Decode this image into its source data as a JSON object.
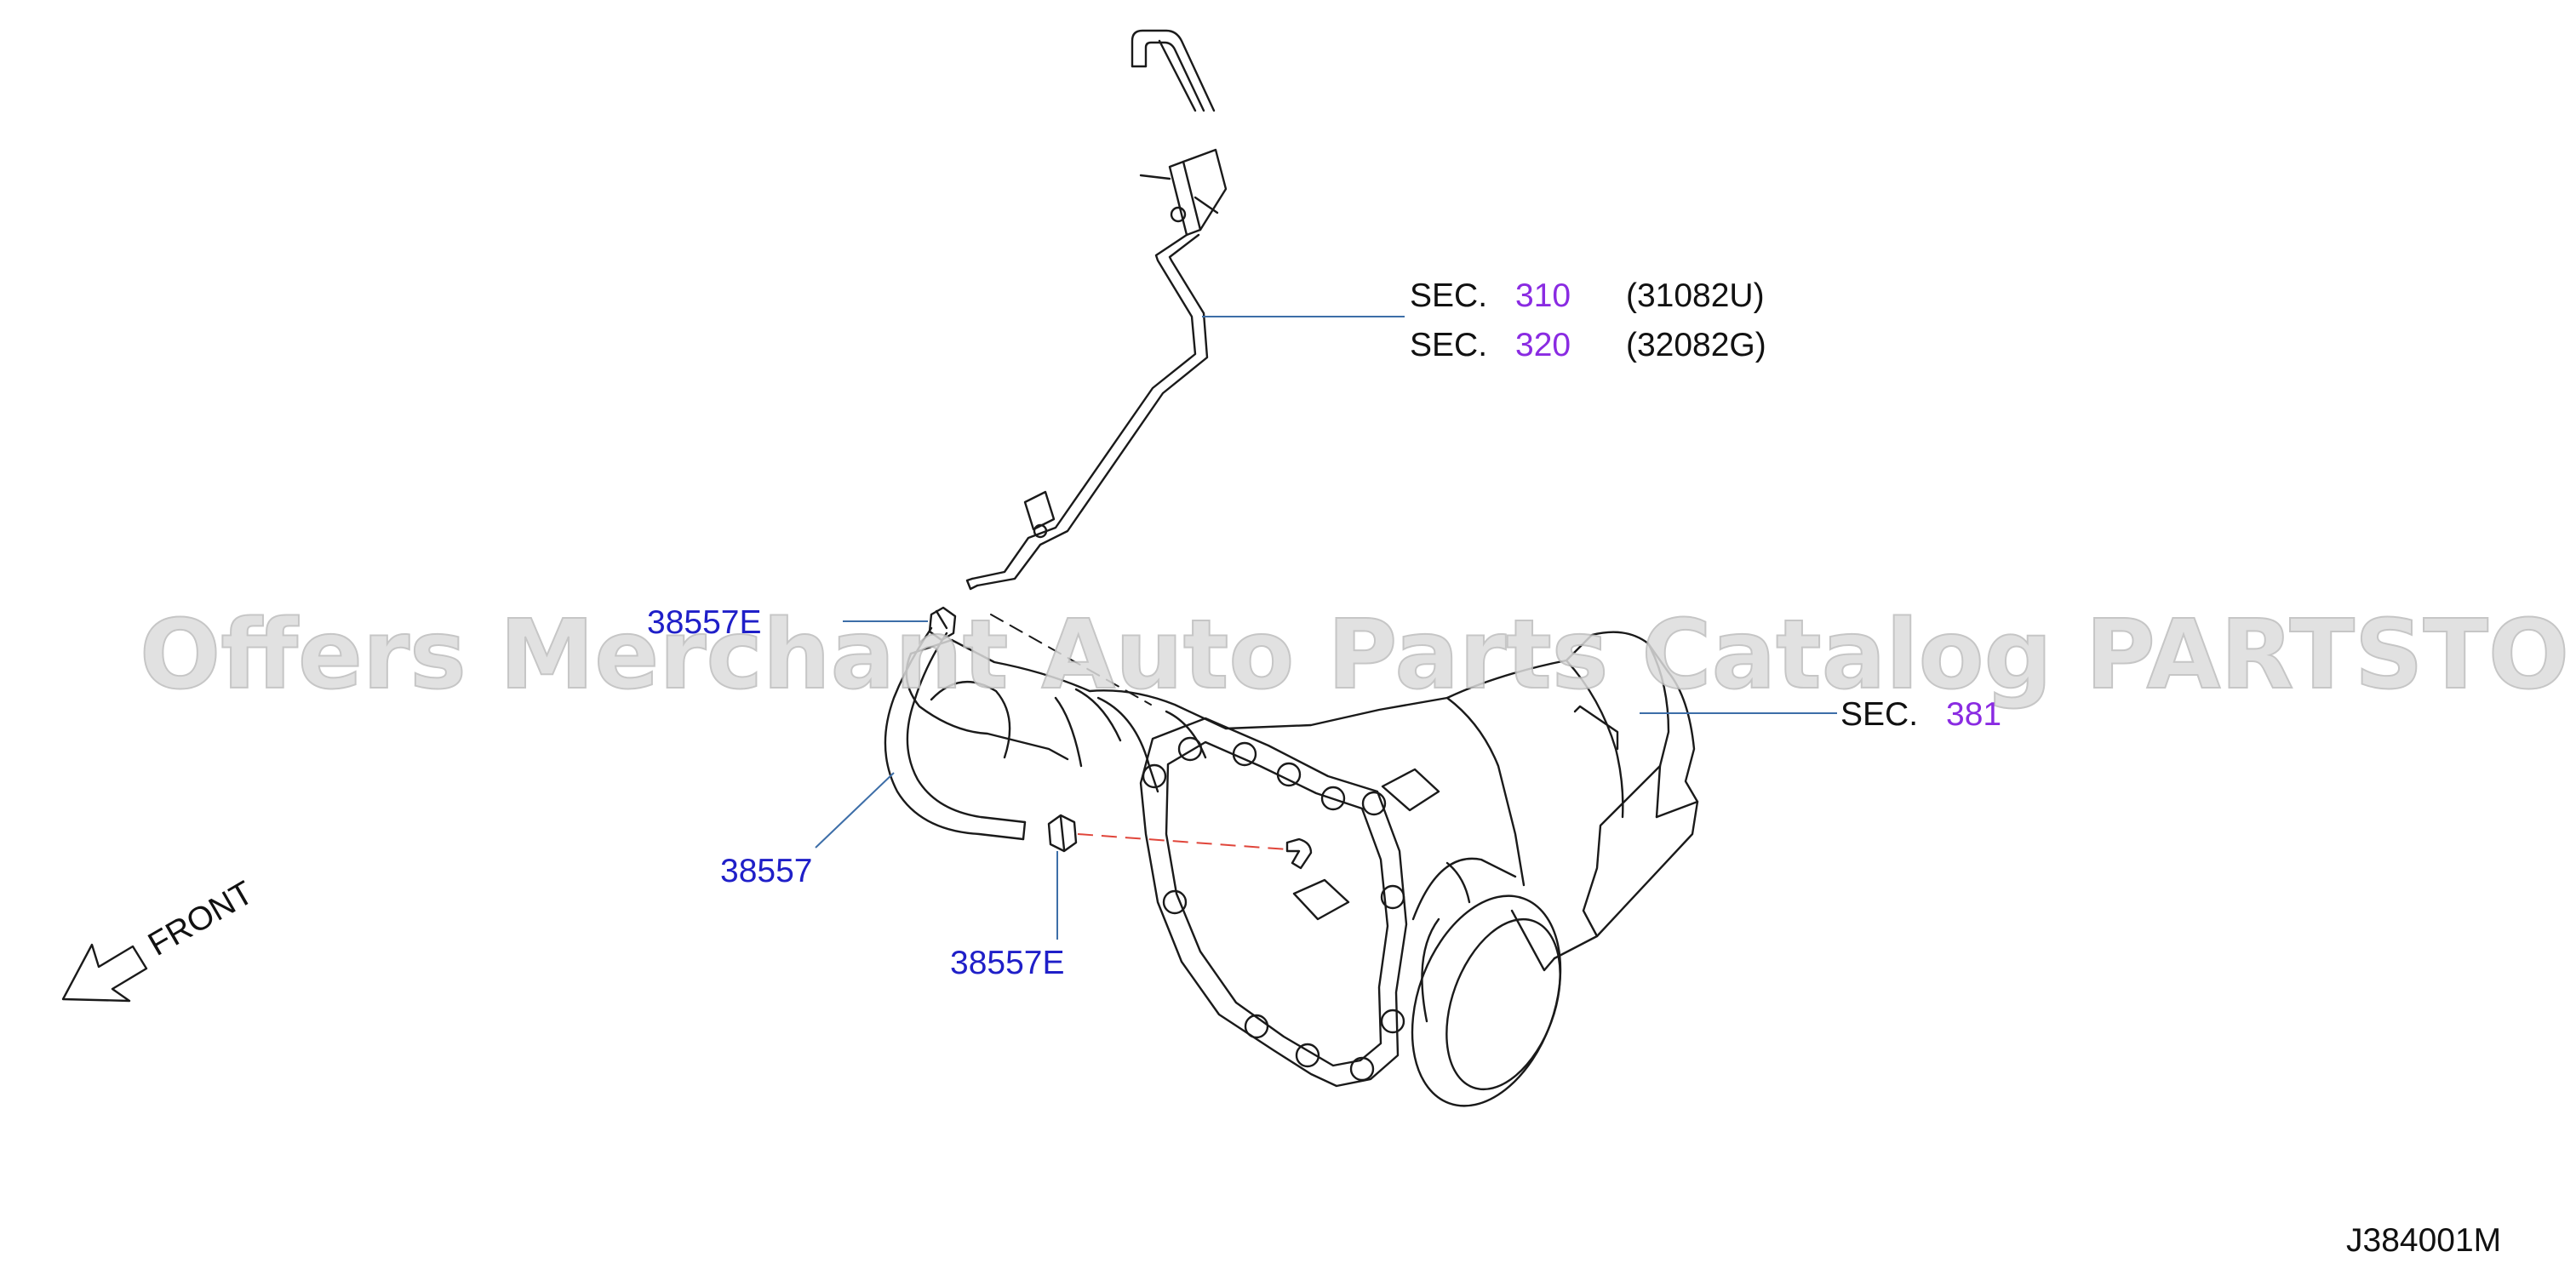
{
  "sections": [
    {
      "prefix": "SEC.",
      "number": "310",
      "code": "(31082U)"
    },
    {
      "prefix": "SEC.",
      "number": "320",
      "code": "(32082G)"
    },
    {
      "prefix": "SEC.",
      "number": "381"
    }
  ],
  "parts": {
    "clip_upper": "38557E",
    "hose": "38557",
    "clip_lower": "38557E"
  },
  "direction_label": "FRONT",
  "watermark": "Offers Merchant Auto Parts Catalog PARTSTORE.SA",
  "diagram_code": "J384001M",
  "colors": {
    "part_link": "#1f1fc8",
    "section_link": "#8a2be2",
    "leader_line": "#3d6ea8",
    "dashed_guide": "#e0453a"
  }
}
